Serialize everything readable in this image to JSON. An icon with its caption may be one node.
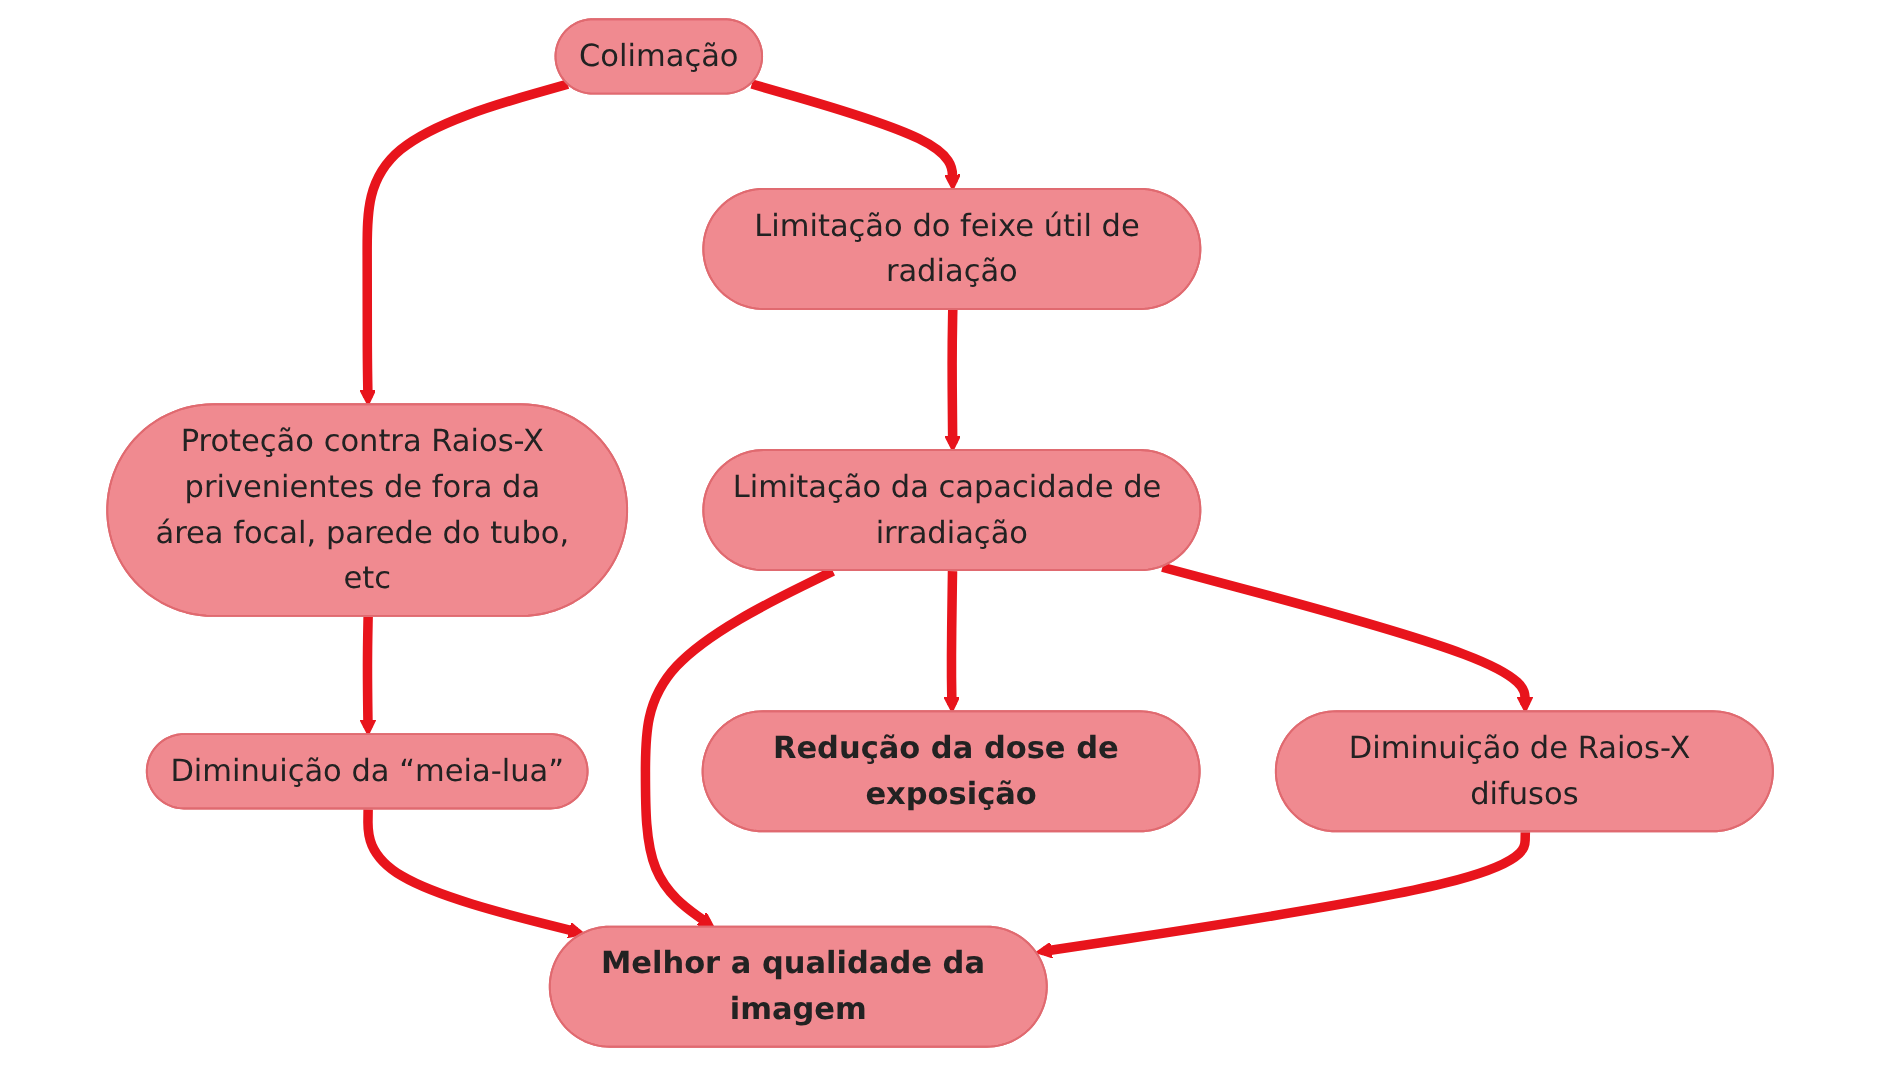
{
  "diagram": {
    "nodes": [
      {
        "text": [
          "Colimação"
        ]
      },
      {
        "text": [
          "Limitação do feixe útil de radiação"
        ]
      },
      {
        "text": [
          "Proteção contra Raios-X privenientes de fora da área focal, parede do tubo, etc"
        ]
      },
      {
        "text": [
          "Limitação da capacidade de irradiação"
        ]
      },
      {
        "text": [
          "Diminuição da “meia-lua”"
        ]
      },
      {
        "text": [
          "Melhor a qualidade da imagem"
        ]
      },
      {
        "text": [
          "Diminuição de Raios-X difusos"
        ]
      },
      {
        "text": [
          "Redução da dose de exposição"
        ]
      }
    ],
    "edges": [
      {
        "from": 0,
        "to": 1,
        "arrow": "to"
      },
      {
        "from": 0,
        "to": 2,
        "arrow": "to"
      },
      {
        "from": 1,
        "to": 3,
        "arrow": "to"
      },
      {
        "from": 2,
        "to": 4,
        "arrow": "to"
      },
      {
        "from": 4,
        "to": 5,
        "arrow": "to"
      },
      {
        "from": 3,
        "to": 5,
        "arrow": "to"
      },
      {
        "from": 3,
        "to": 6,
        "arrow": "to"
      },
      {
        "from": 3,
        "to": 7,
        "arrow": "to"
      },
      {
        "from": 6,
        "to": 5,
        "arrow": "to"
      }
    ]
  }
}
